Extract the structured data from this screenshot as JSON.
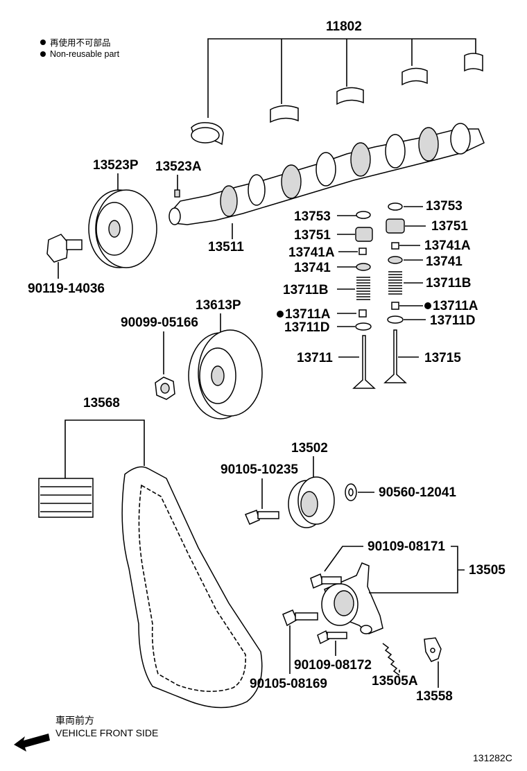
{
  "legend": {
    "jp": "再使用不可部品",
    "en": "Non-reusable part"
  },
  "labels": {
    "p11802": "11802",
    "p13523P": "13523P",
    "p13523A": "13523A",
    "p13511": "13511",
    "p90119": "90119-14036",
    "p13753L": "13753",
    "p13753R": "13753",
    "p13751L": "13751",
    "p13751R": "13751",
    "p13741AL": "13741A",
    "p13741AR": "13741A",
    "p13741L": "13741",
    "p13741R": "13741",
    "p13711BL": "13711B",
    "p13711BR": "13711B",
    "p13711AL": "13711A",
    "p13711AR": "13711A",
    "p13711DL": "13711D",
    "p13711DR": "13711D",
    "p13711": "13711",
    "p13715": "13715",
    "p13613P": "13613P",
    "p90099": "90099-05166",
    "p13568": "13568",
    "p13502": "13502",
    "p90105a": "90105-10235",
    "p90560": "90560-12041",
    "p90109a": "90109-08171",
    "p13505": "13505",
    "p90109b": "90109-08172",
    "p90105b": "90105-08169",
    "p13505A": "13505A",
    "p13558": "13558"
  },
  "direction": {
    "jp": "車両前方",
    "en": "VEHICLE FRONT SIDE"
  },
  "figure_id": "131282C"
}
